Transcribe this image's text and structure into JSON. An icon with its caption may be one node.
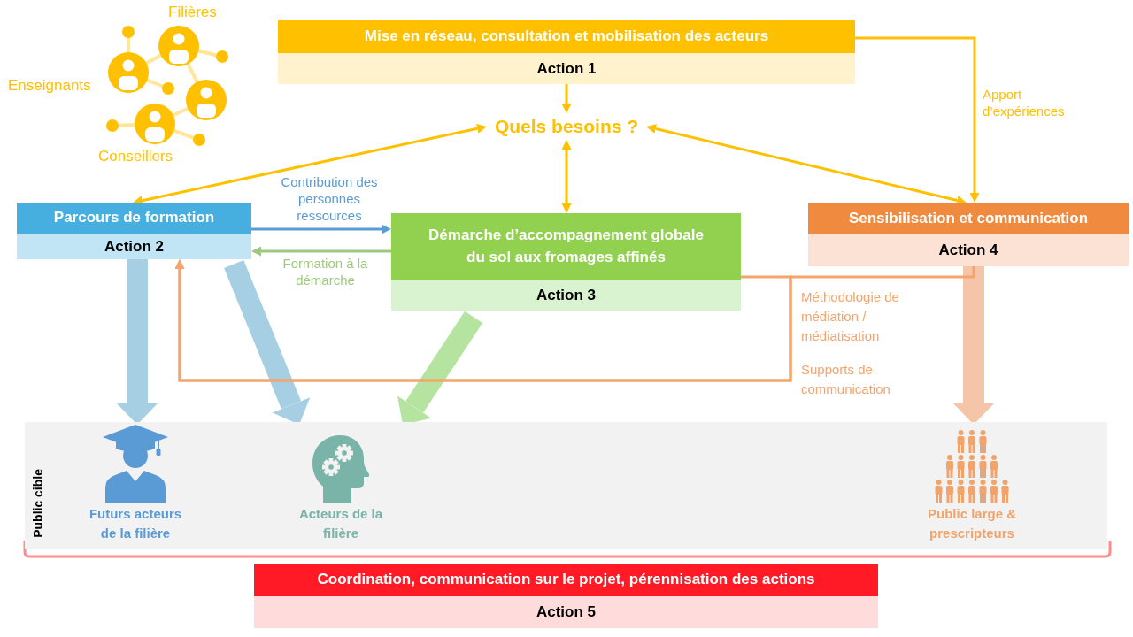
{
  "diagram": {
    "nodes": [
      {
        "text": [
          "Mise en réseau, consultation et mobilisation des acteurs",
          "Action 1"
        ]
      },
      {
        "text": [
          "Quels besoins ?"
        ]
      },
      {
        "text": [
          "Parcours de formation",
          "Action 2"
        ]
      },
      {
        "text": [
          "Démarche d’accompagnement globale du sol aux fromages affinés",
          "Action 3"
        ]
      },
      {
        "text": [
          "Sensibilisation et communication",
          "Action 4"
        ]
      },
      {
        "text": [
          "Public cible"
        ]
      },
      {
        "text": [
          "Futurs acteurs de la filière"
        ],
        "in": 5
      },
      {
        "text": [
          "Acteurs de la filière"
        ],
        "in": 5
      },
      {
        "text": [
          "Public large & prescripteurs"
        ],
        "in": 5
      },
      {
        "text": [
          "Coordination, communication sur le projet, pérennisation des actions",
          "Action 5"
        ]
      }
    ],
    "edges": [
      {
        "from": 0,
        "to": 1,
        "arrow": "to"
      },
      {
        "from": 1,
        "to": 2,
        "arrow": "both"
      },
      {
        "from": 1,
        "to": 3,
        "arrow": "both"
      },
      {
        "from": 1,
        "to": 4,
        "arrow": "both"
      },
      {
        "from": 0,
        "to": 4,
        "arrow": "to",
        "label": "Apport d’expériences"
      },
      {
        "from": 2,
        "to": 3,
        "arrow": "to",
        "label": "Contribution des personnes ressources",
        "color": "#5b9bd5"
      },
      {
        "from": 3,
        "to": 2,
        "arrow": "to",
        "label": "Formation à la démarche",
        "color": "#9dc97e"
      },
      {
        "from": 3,
        "to": 2,
        "arrow": "to",
        "color": "#f4a46c"
      },
      {
        "from": 4,
        "to": 2,
        "arrow": "to",
        "color": "#f4a46c"
      },
      {
        "from": 2,
        "to": 6,
        "arrow": "to",
        "style": "thick",
        "color": "#a6cfe3"
      },
      {
        "from": 2,
        "to": 7,
        "arrow": "to",
        "style": "thick",
        "color": "#a6cfe3"
      },
      {
        "from": 3,
        "to": 7,
        "arrow": "to",
        "style": "thick",
        "color": "#b4e4a0"
      },
      {
        "from": 4,
        "to": 8,
        "arrow": "to",
        "style": "thick",
        "color": "#f5c5aa"
      }
    ],
    "labels": [
      "Filières",
      "Enseignants",
      "Conseillers",
      "Méthodologie de médiation / médiatisation",
      "Supports de communication"
    ]
  }
}
